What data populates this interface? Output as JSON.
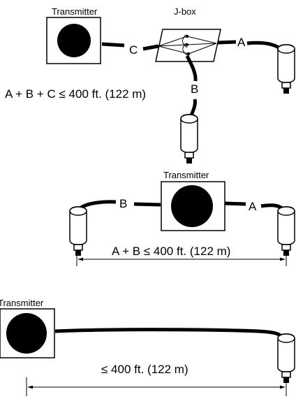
{
  "diagram1": {
    "transmitter_label": "Transmitter",
    "jbox_label": "J-box",
    "cable_c": "C",
    "cable_a": "A",
    "cable_b": "B",
    "limit": "A + B + C ≤ 400 ft. (122 m)"
  },
  "diagram2": {
    "transmitter_label": "Transmitter",
    "cable_b": "B",
    "cable_a": "A",
    "limit": "A + B ≤ 400 ft. (122 m)"
  },
  "diagram3": {
    "transmitter_label": "Transmitter",
    "limit": "≤ 400 ft. (122 m)"
  }
}
